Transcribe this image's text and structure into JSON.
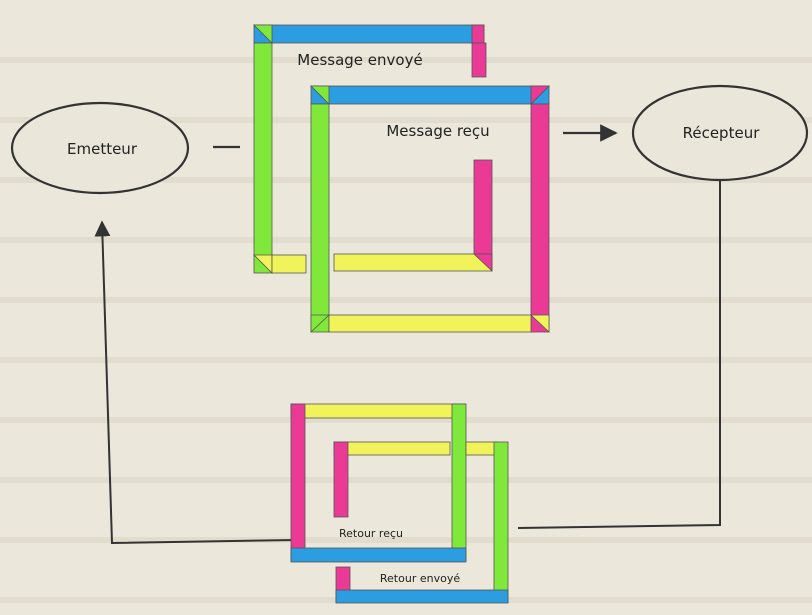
{
  "nodes": {
    "sender": "Emetteur",
    "receiver": "Récepteur"
  },
  "labels": {
    "message_sent": "Message envoyé",
    "message_received": "Message reçu",
    "feedback_received": "Retour reçu",
    "feedback_sent": "Retour envoyé"
  },
  "colors": {
    "blue": "#2b9de0",
    "pink": "#ea3a96",
    "green": "#7fe83a",
    "yellow": "#f1f35a",
    "arrow": "#333333",
    "background": "#ece7db"
  }
}
